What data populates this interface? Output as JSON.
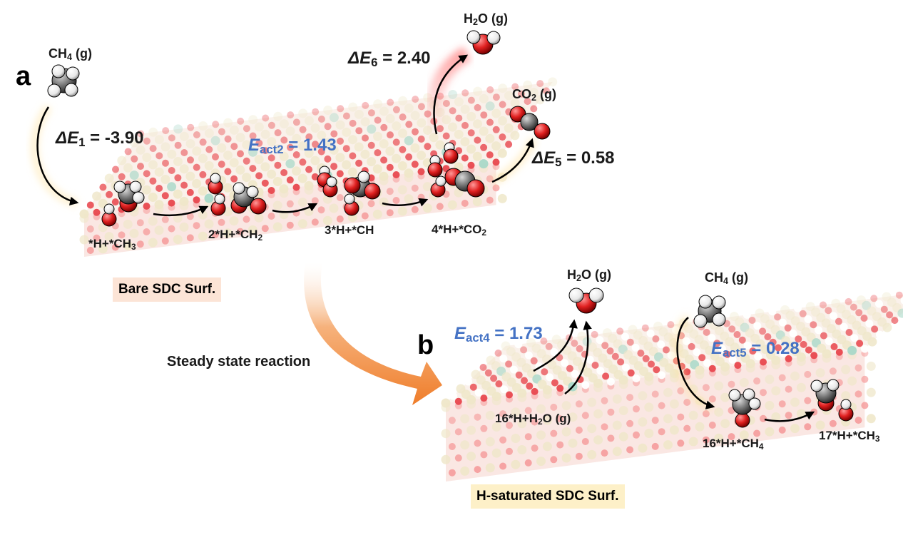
{
  "panels": {
    "a": {
      "letter": "a",
      "surface_tag": "Bare SDC Surf.",
      "gas_ch4": {
        "main": "CH",
        "sub": "4",
        "rest": " (g)"
      },
      "gas_h2o": {
        "pre": "H",
        "sub": "2",
        "rest": "O (g)"
      },
      "gas_co2": {
        "main": "CO",
        "sub": "2",
        "rest": " (g)"
      },
      "e1": {
        "symbol": "ΔE",
        "sub": "1",
        "value": " = -3.90"
      },
      "eact2": {
        "symbol": "E",
        "sub": "act2",
        "value": " = 1.43"
      },
      "e5": {
        "symbol": "ΔE",
        "sub": "5",
        "value": " = 0.58"
      },
      "e6": {
        "symbol": "ΔE",
        "sub": "6",
        "value": " = 2.40"
      },
      "states": [
        {
          "main": "*H+*CH",
          "sub": "3"
        },
        {
          "main": "2*H+*CH",
          "sub": "2"
        },
        {
          "main": "3*H+*CH",
          "sub": ""
        },
        {
          "main": "4*H+*CO",
          "sub": "2"
        }
      ]
    },
    "b": {
      "letter": "b",
      "surface_tag": "H-saturated SDC Surf.",
      "gas_h2o": {
        "pre": "H",
        "sub": "2",
        "rest": "O (g)"
      },
      "gas_ch4": {
        "main": "CH",
        "sub": "4",
        "rest": " (g)"
      },
      "eact4": {
        "symbol": "E",
        "sub": "act4",
        "value": " = 1.73"
      },
      "eact5": {
        "symbol": "E",
        "sub": "act5",
        "value": " = 0.28"
      },
      "states": [
        {
          "pre": "16*H+H",
          "sub": "2",
          "rest": "O (g)"
        },
        {
          "main": "16*H+*CH",
          "sub": "4"
        },
        {
          "main": "17*H+*CH",
          "sub": "3"
        }
      ]
    }
  },
  "transition_label": "Steady state reaction",
  "colors": {
    "oxygen": "#e8474e",
    "oxygen_light": "#f59a9a",
    "cerium": "#efe7c9",
    "samarium": "#a9d8c8",
    "hydrogen": "#ffffff",
    "carbon": "#8a8a8a",
    "accent_blue": "#4472c4",
    "arrow_orange": "#ef7d2a",
    "tag_bare_bg": "#fce4d6",
    "tag_hsat_bg": "#fdf0c8"
  }
}
